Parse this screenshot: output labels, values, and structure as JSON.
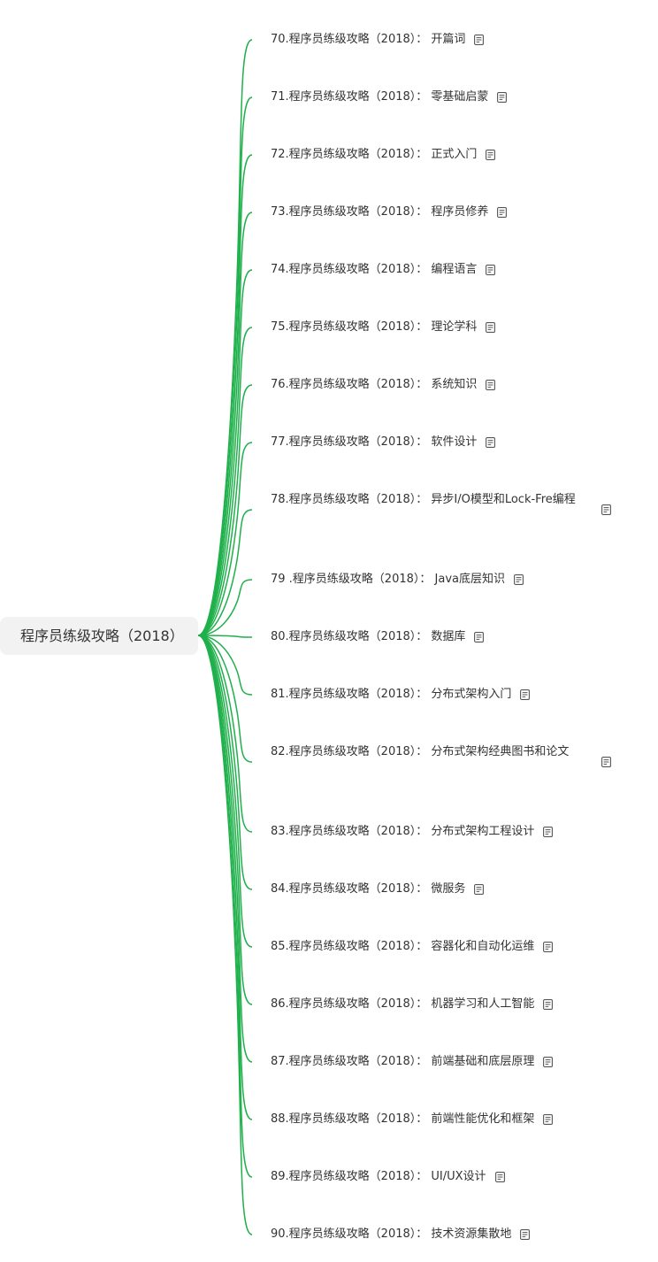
{
  "root": {
    "label": "程序员练级攻略（2018）"
  },
  "colors": {
    "edge": "#1fb04b",
    "root_bg": "#f2f2f2",
    "text": "#333333",
    "icon": "#555555"
  },
  "children": [
    {
      "label": "70.程序员练级攻略（2018）： 开篇词",
      "icon": "note-icon"
    },
    {
      "label": "71.程序员练级攻略（2018）： 零基础启蒙",
      "icon": "note-icon"
    },
    {
      "label": "72.程序员练级攻略（2018）： 正式入门",
      "icon": "note-icon"
    },
    {
      "label": "73.程序员练级攻略（2018）： 程序员修养",
      "icon": "note-icon"
    },
    {
      "label": "74.程序员练级攻略（2018）： 编程语言",
      "icon": "note-icon"
    },
    {
      "label": "75.程序员练级攻略（2018）： 理论学科",
      "icon": "note-icon"
    },
    {
      "label": "76.程序员练级攻略（2018）： 系统知识",
      "icon": "note-icon"
    },
    {
      "label": "77.程序员练级攻略（2018）： 软件设计",
      "icon": "note-icon"
    },
    {
      "label": "78.程序员练级攻略（2018）： 异步I/O模型和Lock-Fre编程",
      "icon": "note-icon"
    },
    {
      "label": "79 .程序员练级攻略（2018）： Java底层知识",
      "icon": "note-icon"
    },
    {
      "label": "80.程序员练级攻略（2018）： 数据库",
      "icon": "note-icon"
    },
    {
      "label": "81.程序员练级攻略（2018）： 分布式架构入门",
      "icon": "note-icon"
    },
    {
      "label": "82.程序员练级攻略（2018）： 分布式架构经典图书和论文",
      "icon": "note-icon"
    },
    {
      "label": "83.程序员练级攻略（2018）： 分布式架构工程设计",
      "icon": "note-icon"
    },
    {
      "label": "84.程序员练级攻略（2018）： 微服务",
      "icon": "note-icon"
    },
    {
      "label": "85.程序员练级攻略（2018）： 容器化和自动化运维",
      "icon": "note-icon"
    },
    {
      "label": "86.程序员练级攻略（2018）： 机器学习和人工智能",
      "icon": "note-icon"
    },
    {
      "label": "87.程序员练级攻略（2018）： 前端基础和底层原理",
      "icon": "note-icon"
    },
    {
      "label": "88.程序员练级攻略（2018）： 前端性能优化和框架",
      "icon": "note-icon"
    },
    {
      "label": "89.程序员练级攻略（2018）： UI/UX设计",
      "icon": "note-icon"
    },
    {
      "label": "90.程序员练级攻略（2018）： 技术资源集散地",
      "icon": "note-icon"
    }
  ]
}
